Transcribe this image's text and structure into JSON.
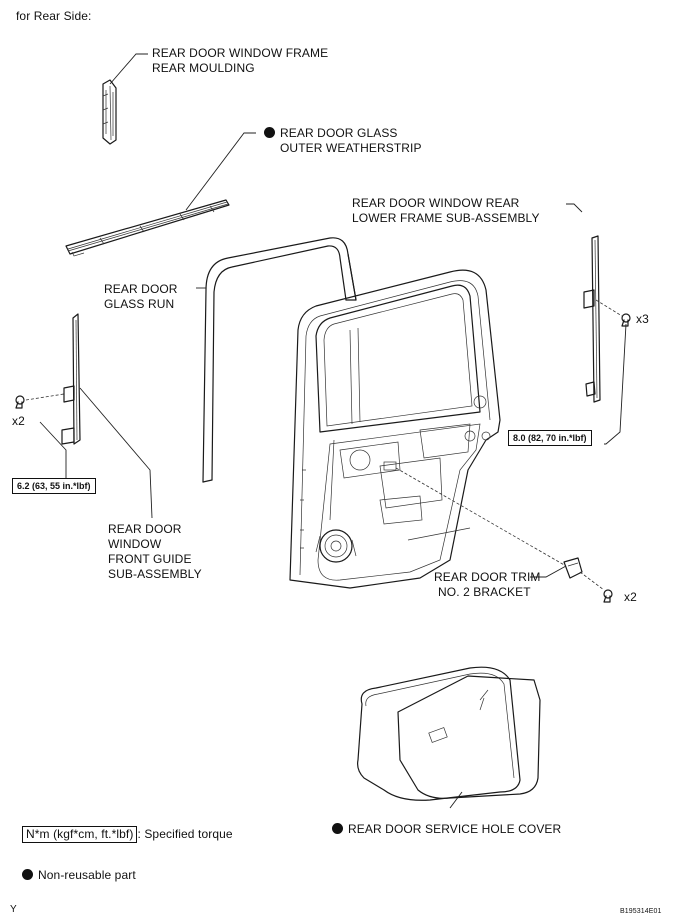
{
  "header": {
    "title": "for Rear Side:"
  },
  "parts": {
    "frame_moulding": {
      "line1": "REAR DOOR WINDOW FRAME",
      "line2": "REAR MOULDING"
    },
    "weatherstrip": {
      "line1": "REAR DOOR GLASS",
      "line2": "OUTER WEATHERSTRIP",
      "non_reusable": true
    },
    "lower_frame": {
      "line1": "REAR DOOR WINDOW REAR",
      "line2": "LOWER FRAME SUB-ASSEMBLY"
    },
    "glass_run": {
      "line1": "REAR DOOR",
      "line2": "GLASS RUN"
    },
    "front_guide": {
      "line1": "REAR DOOR",
      "line2": "WINDOW",
      "line3": "FRONT GUIDE",
      "line4": "SUB-ASSEMBLY"
    },
    "trim_bracket": {
      "line1": "REAR DOOR TRIM",
      "line2": "NO. 2 BRACKET"
    },
    "service_hole_cover": {
      "label": "REAR DOOR SERVICE HOLE COVER",
      "non_reusable": true
    }
  },
  "quantities": {
    "front_guide_bolts": "x2",
    "lower_frame_bolts": "x3",
    "bracket_bolts": "x2"
  },
  "torques": {
    "front_guide": "6.2 (63, 55 in.*lbf)",
    "lower_frame": "8.0 (82, 70 in.*lbf)"
  },
  "legend": {
    "torque_box": "N*m (kgf*cm, ft.*lbf)",
    "torque_text": ": Specified torque",
    "non_reusable_text": "Non-reusable part"
  },
  "footer": {
    "left_mark": "Y",
    "figure_id": "B195314E01"
  }
}
